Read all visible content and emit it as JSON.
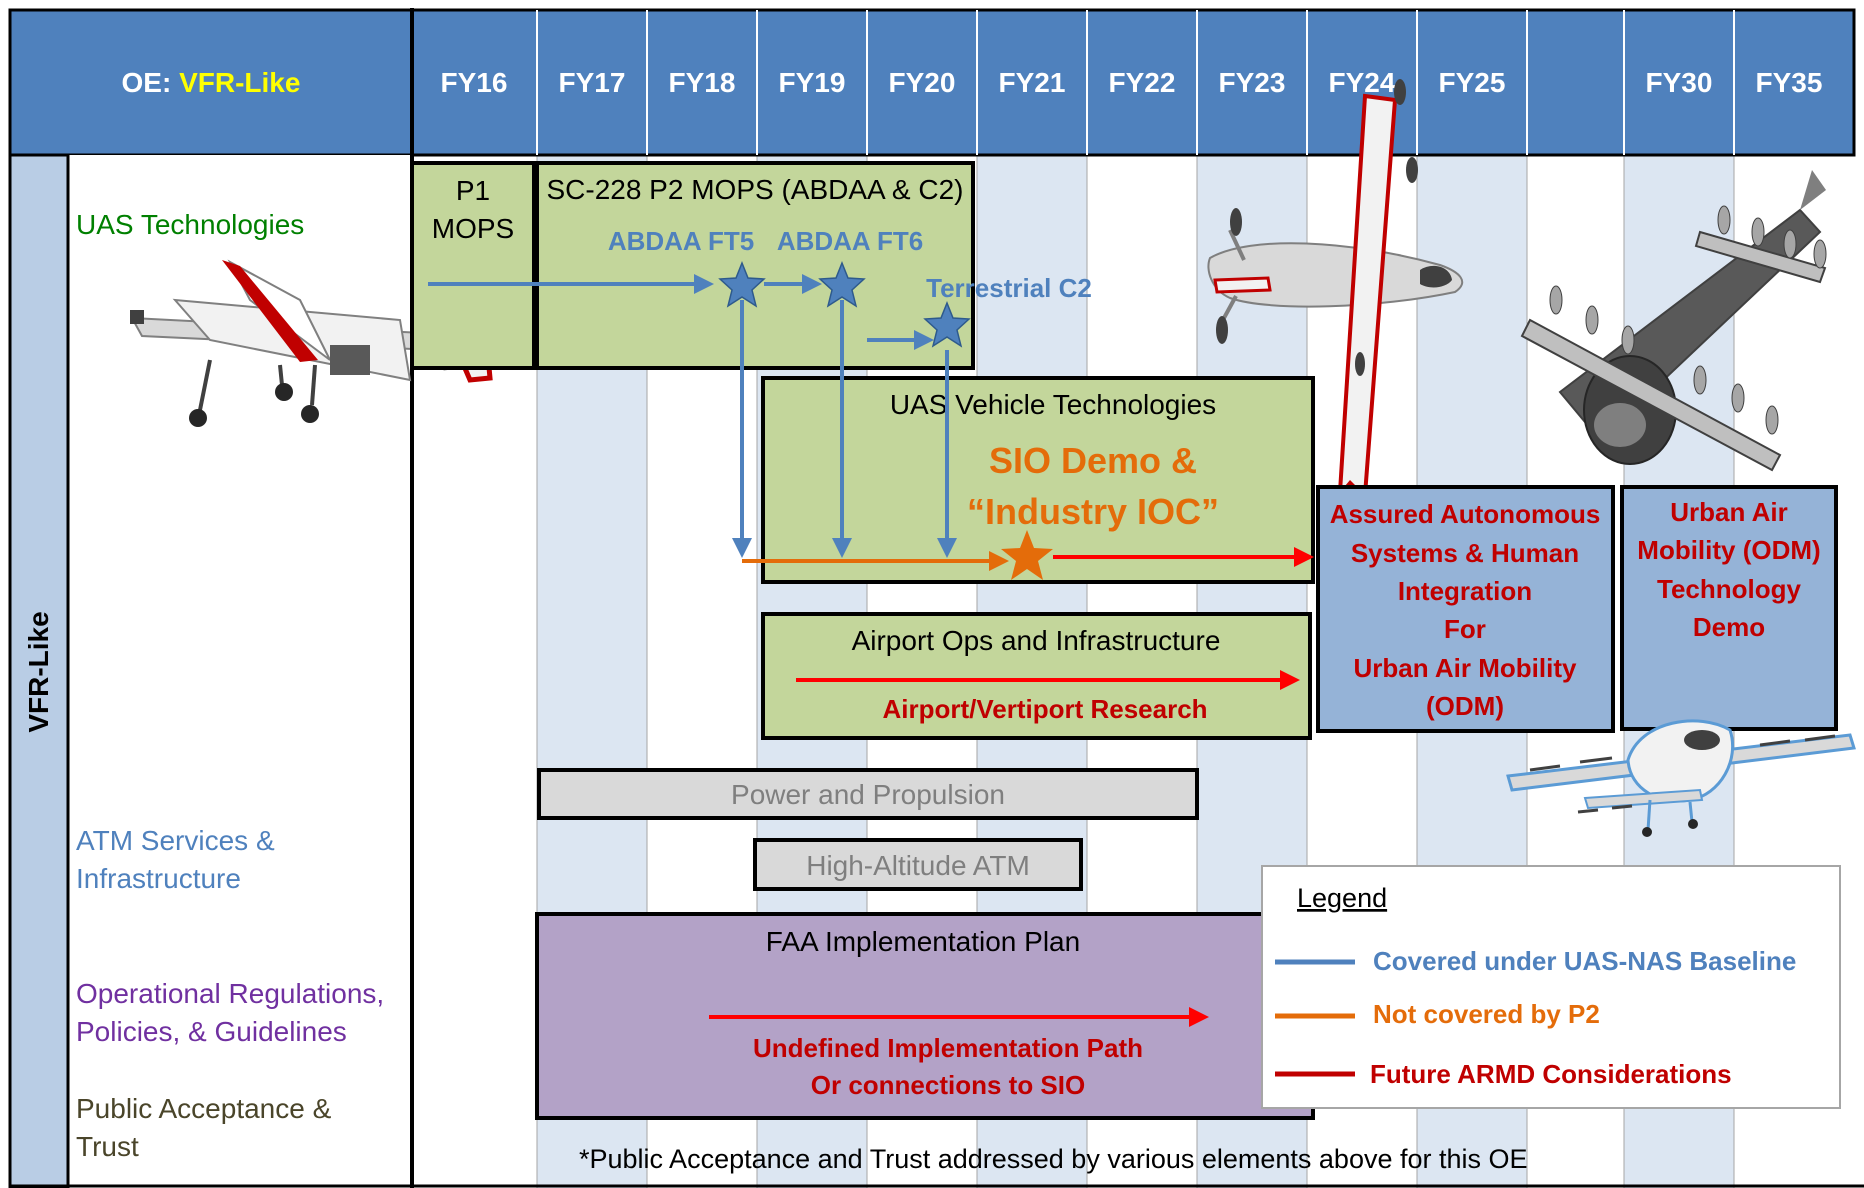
{
  "header": {
    "oe_prefix": "OE: ",
    "oe_value": "VFR-Like",
    "years": [
      "FY16",
      "FY17",
      "FY18",
      "FY19",
      "FY20",
      "FY21",
      "FY22",
      "FY23",
      "FY24",
      "FY25",
      "",
      "FY30",
      "FY35"
    ]
  },
  "side_label": "VFR-Like",
  "categories": {
    "uas_technologies": "UAS Technologies",
    "atm_line1": "ATM Services &",
    "atm_line2": "Infrastructure",
    "ops_line1": "Operational Regulations,",
    "ops_line2": "Policies, & Guidelines",
    "public_line1": "Public Acceptance &",
    "public_line2": "Trust"
  },
  "boxes": {
    "p1_line1": "P1",
    "p1_line2": "MOPS",
    "sc228": "SC-228 P2 MOPS (ABDAA & C2)",
    "abdaa_ft5": "ABDAA FT5",
    "abdaa_ft6": "ABDAA FT6",
    "terrestrial_c2": "Terrestrial C2",
    "uas_vehicle": "UAS Vehicle Technologies",
    "sio_line1": "SIO Demo &",
    "sio_line2": "“Industry IOC”",
    "airport_ops": "Airport Ops and Infrastructure",
    "airport_research": "Airport/Vertiport Research",
    "assured": [
      "Assured Autonomous",
      "Systems & Human",
      "Integration",
      "For",
      "Urban Air Mobility",
      "(ODM)"
    ],
    "urban_demo": [
      "Urban Air",
      "Mobility (ODM)",
      "Technology",
      "Demo"
    ],
    "power": "Power and Propulsion",
    "high_alt": "High-Altitude ATM",
    "faa_plan": "FAA Implementation Plan",
    "undefined_line1": "Undefined Implementation Path",
    "undefined_line2": "Or connections to SIO"
  },
  "legend": {
    "title": "Legend",
    "items": [
      {
        "label": "Covered under UAS-NAS Baseline",
        "color": "#4f81bd"
      },
      {
        "label": "Not covered by P2",
        "color": "#e46c0a"
      },
      {
        "label": "Future ARMD Considerations",
        "color": "#c00000"
      }
    ]
  },
  "footnote": "*Public Acceptance and Trust addressed by various elements above for this OE",
  "colors": {
    "header_blue": "#4f81bd",
    "header_yellow": "#ffff00",
    "light_blue_col": "#dce6f2",
    "green_box": "#c3d69b",
    "blue_box": "#95b3d7",
    "purple_box": "#b3a2c7",
    "gray_box": "#d9d9d9",
    "arrow_blue": "#4f81bd",
    "arrow_orange": "#e46c0a",
    "arrow_red": "#ff0000",
    "text_green": "#008000",
    "text_blue": "#4f81bd",
    "text_purple": "#7030a0",
    "text_dark": "#4a452a",
    "text_red": "#c00000",
    "text_orange": "#e46c0a"
  },
  "icons": [
    "fixed-wing-uav-icon",
    "tilt-wing-evtol-icon",
    "tandem-wing-evtol-icon",
    "multi-rotor-aircraft-icon"
  ]
}
